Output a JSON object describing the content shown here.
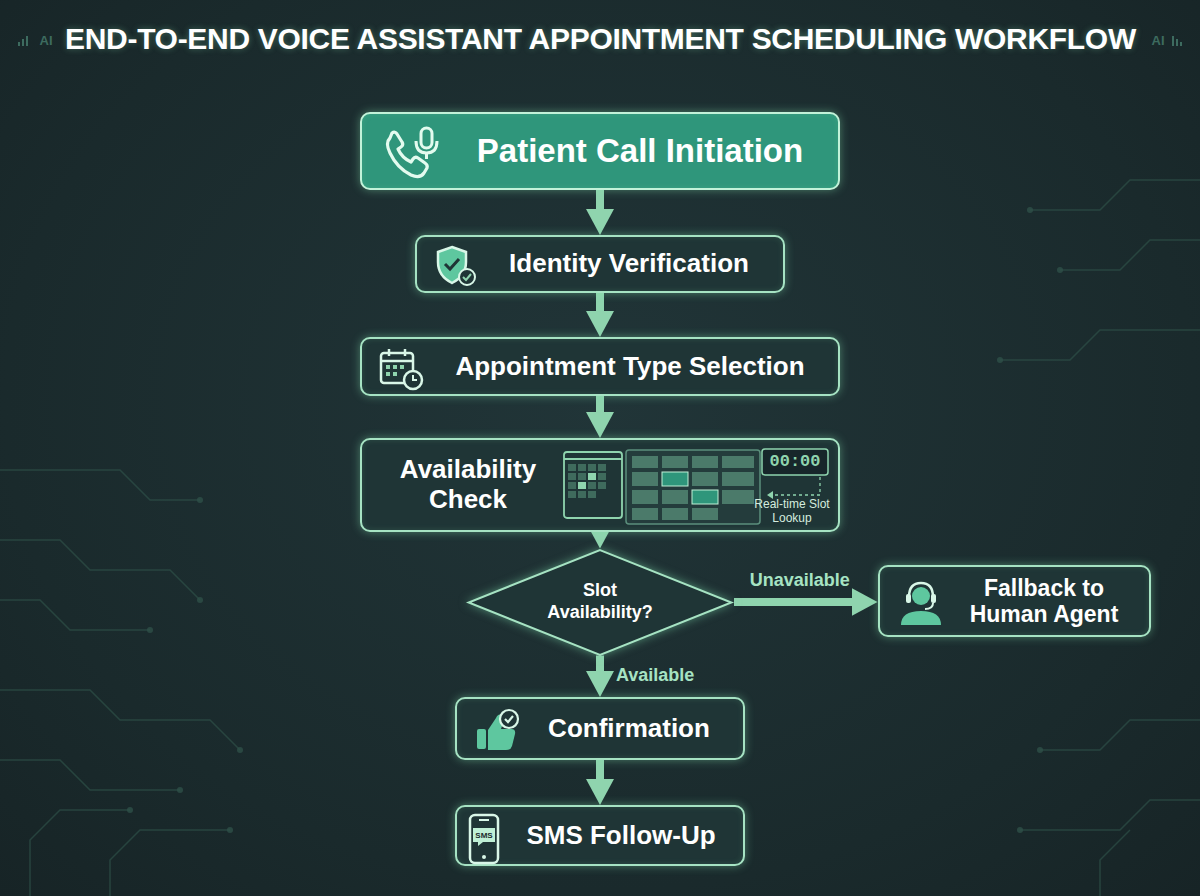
{
  "diagram": {
    "title": "END-TO-END VOICE ASSISTANT APPOINTMENT SCHEDULING WORKFLOW",
    "nodes": [
      {
        "text": [
          "Patient Call Initiation"
        ]
      },
      {
        "text": [
          "Identity Verification"
        ]
      },
      {
        "text": [
          "Appointment Type Selection"
        ]
      },
      {
        "text": [
          "Availability Check",
          "Real-time Slot Lookup"
        ]
      },
      {
        "text": [
          "Slot Availability?"
        ]
      },
      {
        "text": [
          "Fallback to Human Agent"
        ]
      },
      {
        "text": [
          "Confirmation"
        ]
      },
      {
        "text": [
          "SMS Follow-Up"
        ]
      }
    ],
    "edges": [
      {
        "from": 0,
        "to": 1,
        "arrow": "to"
      },
      {
        "from": 1,
        "to": 2,
        "arrow": "to"
      },
      {
        "from": 2,
        "to": 3,
        "arrow": "to"
      },
      {
        "from": 3,
        "to": 4,
        "arrow": "to"
      },
      {
        "from": 4,
        "to": 5,
        "label": "Unavailable",
        "arrow": "to"
      },
      {
        "from": 4,
        "to": 6,
        "label": "Available",
        "arrow": "to"
      },
      {
        "from": 6,
        "to": 7,
        "arrow": "to"
      }
    ],
    "labels": [
      "AI",
      "AI",
      "00:00",
      "SMS"
    ]
  }
}
